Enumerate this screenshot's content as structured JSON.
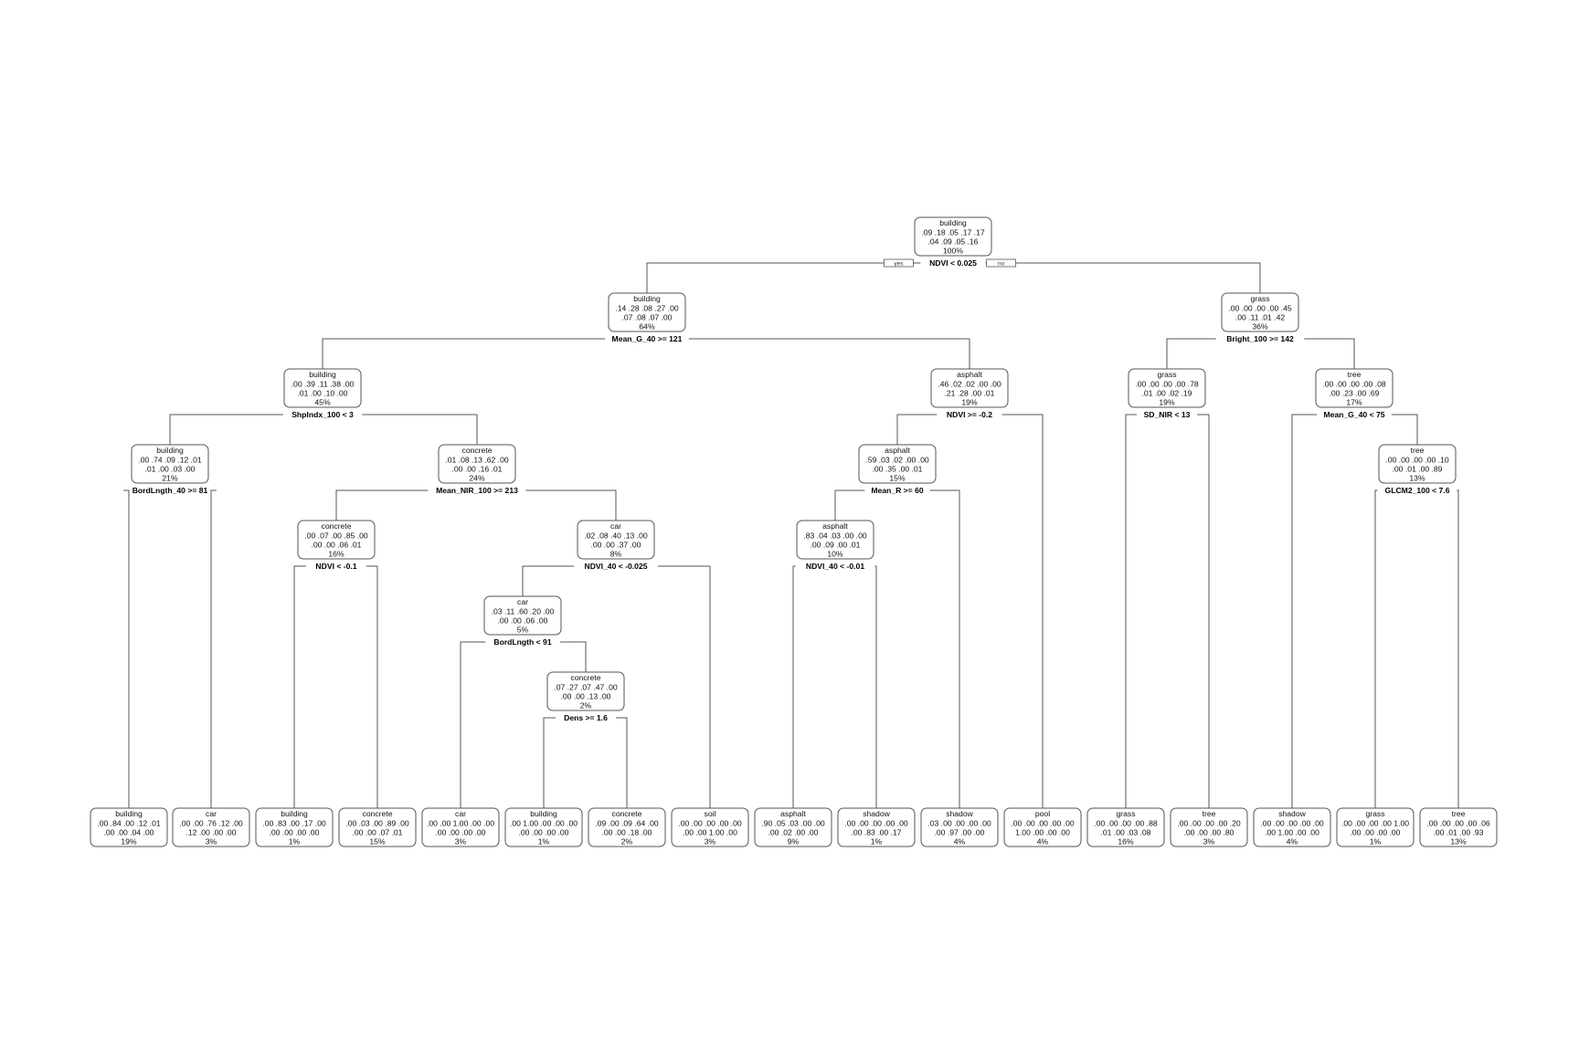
{
  "branch_labels": {
    "yes": "yes",
    "no": "no"
  },
  "nodes": [
    {
      "id": "n1",
      "cls": "building",
      "r1": ".09  .18  .05  .17  .17",
      "r2": ".04  .09  .05  .16",
      "pct": "100%",
      "split": "NDVI < 0.025",
      "children": [
        "n2",
        "n3"
      ]
    },
    {
      "id": "n2",
      "cls": "building",
      "r1": ".14  .28  .08  .27  .00",
      "r2": ".07  .08  .07  .00",
      "pct": "64%",
      "split": "Mean_G_40 >= 121",
      "children": [
        "n4",
        "n5"
      ]
    },
    {
      "id": "n3",
      "cls": "grass",
      "r1": ".00  .00  .00  .00  .45",
      "r2": ".00  .11  .01  .42",
      "pct": "36%",
      "split": "Bright_100 >= 142",
      "children": [
        "n6",
        "n7"
      ]
    },
    {
      "id": "n4",
      "cls": "building",
      "r1": ".00  .39  .11  .38  .00",
      "r2": ".01  .00  .10  .00",
      "pct": "45%",
      "split": "ShpIndx_100 < 3",
      "children": [
        "n8",
        "n9"
      ]
    },
    {
      "id": "n5",
      "cls": "asphalt",
      "r1": ".46  .02  .02  .00  .00",
      "r2": ".21  .28  .00  .01",
      "pct": "19%",
      "split": "NDVI >= -0.2",
      "children": [
        "n10",
        "L12"
      ]
    },
    {
      "id": "n6",
      "cls": "grass",
      "r1": ".00  .00  .00  .00  .78",
      "r2": ".01  .00  .02  .19",
      "pct": "19%",
      "split": "SD_NIR < 13",
      "children": [
        "L13",
        "L14"
      ]
    },
    {
      "id": "n7",
      "cls": "tree",
      "r1": ".00  .00  .00  .00  .08",
      "r2": ".00  .23  .00  .69",
      "pct": "17%",
      "split": "Mean_G_40 < 75",
      "children": [
        "L15",
        "n11"
      ]
    },
    {
      "id": "n8",
      "cls": "building",
      "r1": ".00  .74  .09  .12  .01",
      "r2": ".01  .00  .03  .00",
      "pct": "21%",
      "split": "BordLngth_40 >= 81",
      "children": [
        "L1",
        "L2"
      ]
    },
    {
      "id": "n9",
      "cls": "concrete",
      "r1": ".01  .08  .13  .62  .00",
      "r2": ".00  .00  .16  .01",
      "pct": "24%",
      "split": "Mean_NIR_100 >= 213",
      "children": [
        "n12",
        "n13"
      ]
    },
    {
      "id": "n10",
      "cls": "asphalt",
      "r1": ".59  .03  .02  .00  .00",
      "r2": ".00  .35  .00  .01",
      "pct": "15%",
      "split": "Mean_R >= 60",
      "children": [
        "n14",
        "L11"
      ]
    },
    {
      "id": "n11",
      "cls": "tree",
      "r1": ".00  .00  .00  .00  .10",
      "r2": ".00  .01  .00  .89",
      "pct": "13%",
      "split": "GLCM2_100 < 7.6",
      "children": [
        "L16",
        "L17"
      ]
    },
    {
      "id": "n12",
      "cls": "concrete",
      "r1": ".00  .07  .00  .85  .00",
      "r2": ".00  .00  .06  .01",
      "pct": "16%",
      "split": "NDVI < -0.1",
      "children": [
        "L3",
        "L4"
      ]
    },
    {
      "id": "n13",
      "cls": "car",
      "r1": ".02  .08  .40  .13  .00",
      "r2": ".00  .00  .37  .00",
      "pct": "8%",
      "split": "NDVI_40 < -0.025",
      "children": [
        "n15",
        "L8"
      ]
    },
    {
      "id": "n14",
      "cls": "asphalt",
      "r1": ".83  .04  .03  .00  .00",
      "r2": ".00  .09  .00  .01",
      "pct": "10%",
      "split": "NDVI_40 < -0.01",
      "children": [
        "L9",
        "L10"
      ]
    },
    {
      "id": "n15",
      "cls": "car",
      "r1": ".03  .11  .60  .20  .00",
      "r2": ".00  .00  .06  .00",
      "pct": "5%",
      "split": "BordLngth < 91",
      "children": [
        "L5",
        "n16"
      ]
    },
    {
      "id": "n16",
      "cls": "concrete",
      "r1": ".07  .27  .07  .47  .00",
      "r2": ".00  .00  .13  .00",
      "pct": "2%",
      "split": "Dens >= 1.6",
      "children": [
        "L6",
        "L7"
      ]
    },
    {
      "id": "L1",
      "cls": "building",
      "r1": ".00  .84  .00  .12  .01",
      "r2": ".00  .00  .04  .00",
      "pct": "19%"
    },
    {
      "id": "L2",
      "cls": "car",
      "r1": ".00  .00  .76  .12  .00",
      "r2": ".12  .00  .00  .00",
      "pct": "3%"
    },
    {
      "id": "L3",
      "cls": "building",
      "r1": ".00  .83  .00  .17  .00",
      "r2": ".00  .00  .00  .00",
      "pct": "1%"
    },
    {
      "id": "L4",
      "cls": "concrete",
      "r1": ".00  .03  .00  .89  .00",
      "r2": ".00  .00  .07  .01",
      "pct": "15%"
    },
    {
      "id": "L5",
      "cls": "car",
      "r1": ".00  .00  1.00  .00  .00",
      "r2": ".00  .00  .00  .00",
      "pct": "3%"
    },
    {
      "id": "L6",
      "cls": "building",
      "r1": ".00  1.00  .00  .00  .00",
      "r2": ".00  .00  .00  .00",
      "pct": "1%"
    },
    {
      "id": "L7",
      "cls": "concrete",
      "r1": ".09  .00  .09  .64  .00",
      "r2": ".00  .00  .18  .00",
      "pct": "2%"
    },
    {
      "id": "L8",
      "cls": "soil",
      "r1": ".00  .00  .00  .00  .00",
      "r2": ".00  .00  1.00  .00",
      "pct": "3%"
    },
    {
      "id": "L9",
      "cls": "asphalt",
      "r1": ".90  .05  .03  .00  .00",
      "r2": ".00  .02  .00  .00",
      "pct": "9%"
    },
    {
      "id": "L10",
      "cls": "shadow",
      "r1": ".00  .00  .00  .00  .00",
      "r2": ".00  .83  .00  .17",
      "pct": "1%"
    },
    {
      "id": "L11",
      "cls": "shadow",
      "r1": ".03  .00  .00  .00  .00",
      "r2": ".00  .97  .00  .00",
      "pct": "4%"
    },
    {
      "id": "L12",
      "cls": "pool",
      "r1": ".00  .00  .00  .00  .00",
      "r2": "1.00  .00  .00  .00",
      "pct": "4%"
    },
    {
      "id": "L13",
      "cls": "grass",
      "r1": ".00  .00  .00  .00  .88",
      "r2": ".01  .00  .03  .08",
      "pct": "16%"
    },
    {
      "id": "L14",
      "cls": "tree",
      "r1": ".00  .00  .00  .00  .20",
      "r2": ".00  .00  .00  .80",
      "pct": "3%"
    },
    {
      "id": "L15",
      "cls": "shadow",
      "r1": ".00  .00  .00  .00  .00",
      "r2": ".00  1.00  .00  .00",
      "pct": "4%"
    },
    {
      "id": "L16",
      "cls": "grass",
      "r1": ".00  .00  .00  .00  1.00",
      "r2": ".00  .00  .00  .00",
      "pct": "1%"
    },
    {
      "id": "L17",
      "cls": "tree",
      "r1": ".00  .00  .00  .00  .06",
      "r2": ".00  .01  .00  .93",
      "pct": "13%"
    }
  ]
}
